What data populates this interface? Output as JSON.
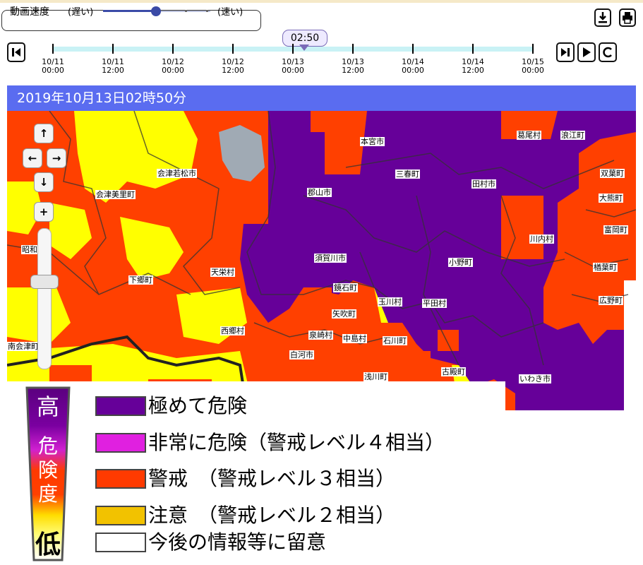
{
  "speed": {
    "label": "動画速度",
    "slow": "(遅い)",
    "fast": "(速い)",
    "level": 0.5
  },
  "timeline": {
    "current": "02:50",
    "ticks": [
      {
        "date": "10/11",
        "time": "00:00"
      },
      {
        "date": "10/11",
        "time": "12:00"
      },
      {
        "date": "10/12",
        "time": "00:00"
      },
      {
        "date": "10/12",
        "time": "12:00"
      },
      {
        "date": "10/13",
        "time": "00:00"
      },
      {
        "date": "10/13",
        "time": "12:00"
      },
      {
        "date": "10/14",
        "time": "00:00"
      },
      {
        "date": "10/14",
        "time": "12:00"
      },
      {
        "date": "10/15",
        "time": "00:00"
      }
    ]
  },
  "header": {
    "datetime": "2019年10月13日02時50分"
  },
  "places": [
    "会津若松市",
    "会津美里町",
    "昭和",
    "下郷町",
    "天栄村",
    "西郷村",
    "南会津町",
    "本宮市",
    "郡山市",
    "三春町",
    "田村市",
    "葛尾村",
    "浪江町",
    "双葉町",
    "大熊町",
    "富岡町",
    "川内村",
    "楢葉町",
    "広野町",
    "小野町",
    "平田村",
    "須賀川市",
    "鏡石町",
    "玉川村",
    "矢吹町",
    "泉崎村",
    "中島村",
    "石川町",
    "白河市",
    "浅川町",
    "古殿町",
    "いわき市"
  ],
  "legend": {
    "scale_high": "高",
    "scale_mid": [
      "危",
      "険",
      "度"
    ],
    "scale_low": "低",
    "items": [
      {
        "label": "極めて危険",
        "color": "#660099"
      },
      {
        "label": "非常に危険（警戒レベル４相当）",
        "color": "#e020e0"
      },
      {
        "label": "警戒　（警戒レベル３相当）",
        "color": "#ff3a00"
      },
      {
        "label": "注意　（警戒レベル２相当）",
        "color": "#f2c200"
      },
      {
        "label": "今後の情報等に留意",
        "color": "#ffffff"
      }
    ]
  },
  "colors": {
    "extreme": "#660099",
    "warning": "#ff4000",
    "caution": "#ffff00",
    "lake": "#a0aab4",
    "header": "#5a6cf0"
  }
}
